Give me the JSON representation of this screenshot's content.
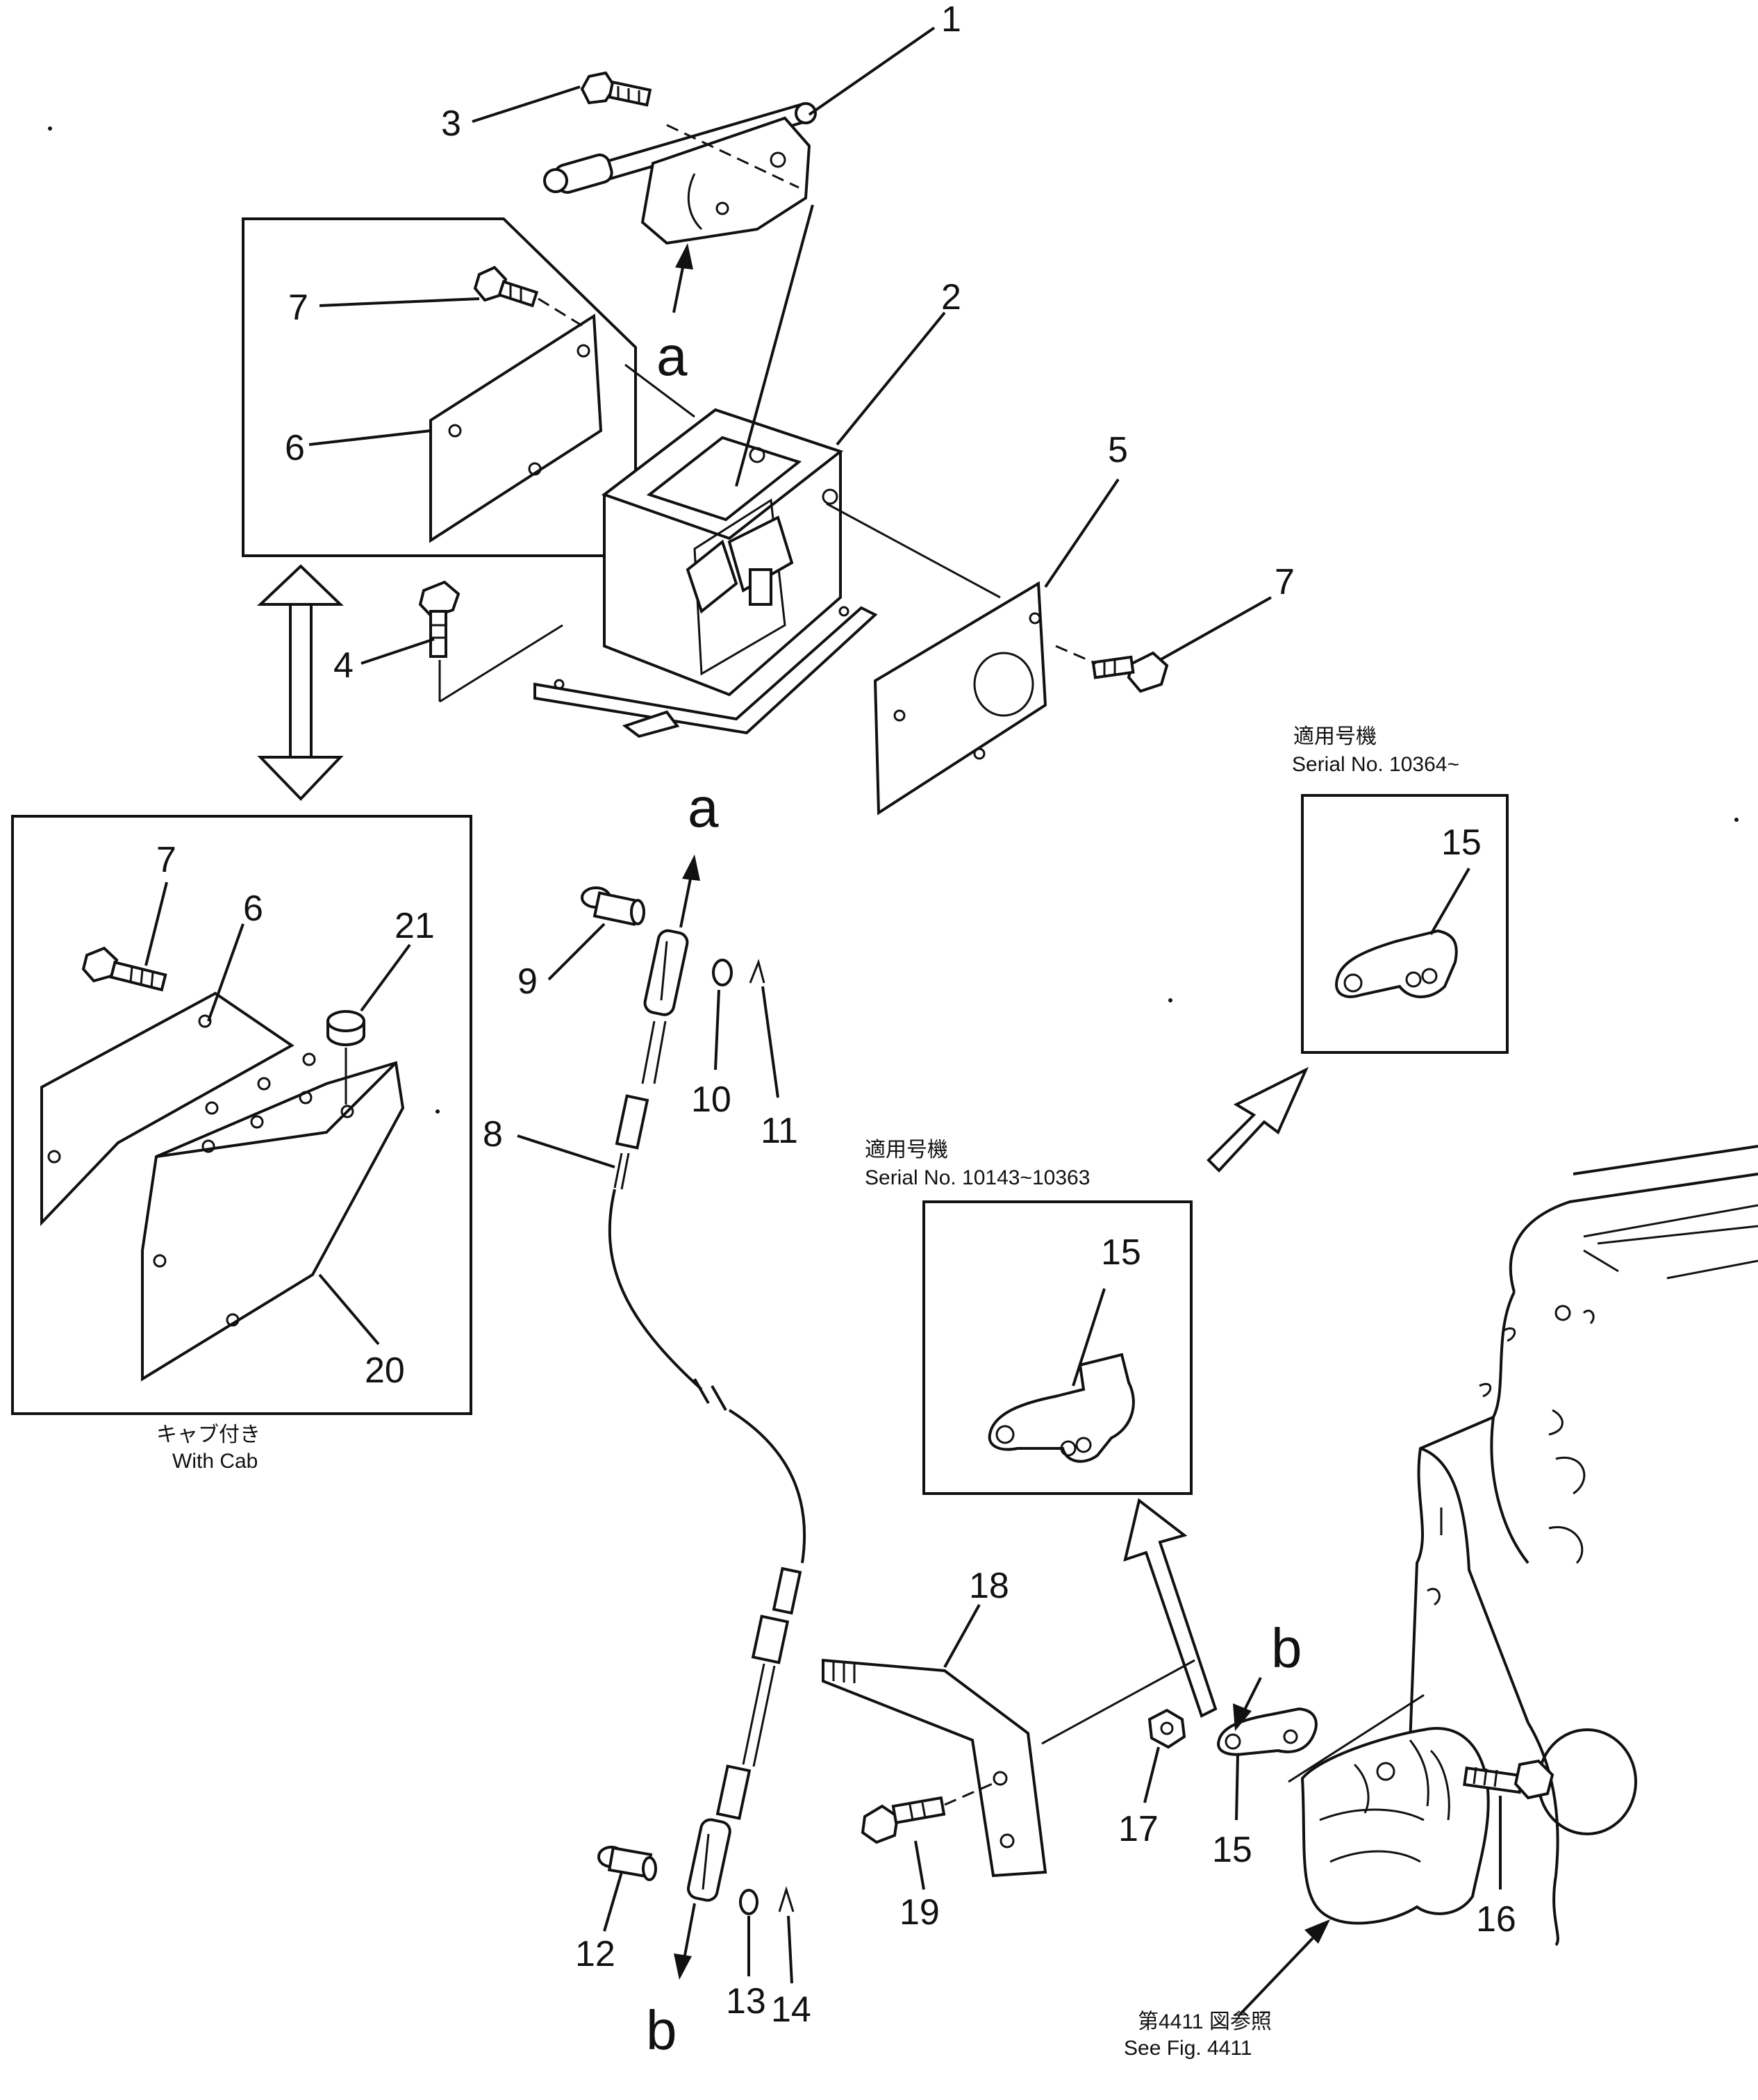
{
  "callouts": {
    "n1": "1",
    "n2": "2",
    "n3": "3",
    "n4": "4",
    "n5": "5",
    "n6a": "6",
    "n6b": "6",
    "n7a": "7",
    "n7b": "7",
    "n7c": "7",
    "n8": "8",
    "n9": "9",
    "n10": "10",
    "n11": "11",
    "n12": "12",
    "n13": "13",
    "n14": "14",
    "n15a": "15",
    "n15b": "15",
    "n15c": "15",
    "n16": "16",
    "n17": "17",
    "n18": "18",
    "n19": "19",
    "n20": "20",
    "n21": "21"
  },
  "connectors": {
    "a_top": "a",
    "a_cable": "a",
    "b_cable": "b",
    "b_engine": "b"
  },
  "insets": {
    "with_cab_jp": "キャブ付き",
    "with_cab_en": "With Cab",
    "serial1_jp": "適用号機",
    "serial1_en": "Serial No. 10364~",
    "serial2_jp": "適用号機",
    "serial2_en": "Serial No. 10143~10363"
  },
  "references": {
    "see_fig_jp": "第4411 図参照",
    "see_fig_en": "See Fig. 4411"
  }
}
